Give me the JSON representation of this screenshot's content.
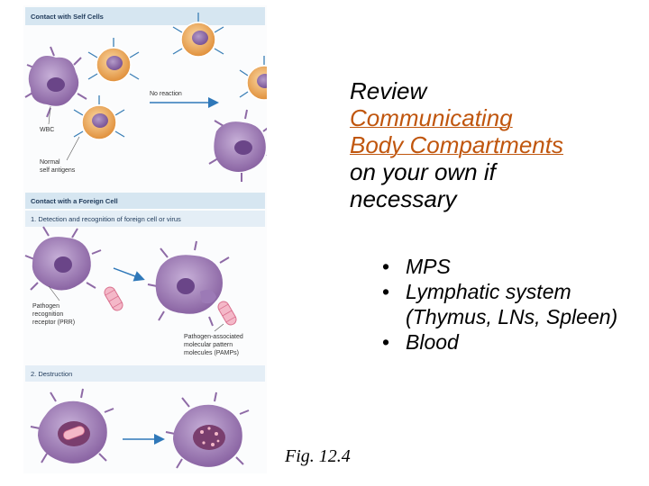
{
  "figure": {
    "sections": {
      "self": "Contact with Self Cells",
      "foreign": "Contact with a Foreign Cell",
      "step1": "1. Detection and recognition of foreign cell or virus",
      "step2": "2. Destruction"
    },
    "labels": {
      "no_reaction": "No reaction",
      "wbc": "WBC",
      "self_antigens_1": "Normal",
      "self_antigens_2": "self antigens",
      "prr_1": "Pathogen",
      "prr_2": "recognition",
      "prr_3": "receptor (PRR)",
      "pamp_1": "Pathogen-associated",
      "pamp_2": "molecular pattern",
      "pamp_3": "molecules (PAMPs)"
    },
    "colors": {
      "banner_fill": "#d6e6f1",
      "banner_text": "#1f3a5a",
      "wbc_purple": "#8e6aa6",
      "self_cell_orange": "#e8a04c",
      "antigen_blue": "#3b7fb6",
      "arrow_blue": "#2f78b9"
    }
  },
  "review": {
    "line1": "Review",
    "link_line1": "Communicating",
    "link_line2": "Body Compartments",
    "line2": "on your own if",
    "line3": "necessary",
    "link_color": "#c0560e"
  },
  "bullets": [
    "MPS",
    "Lymphatic system (Thymus, LNs, Spleen)",
    "Blood"
  ],
  "caption": "Fig. 12.4"
}
